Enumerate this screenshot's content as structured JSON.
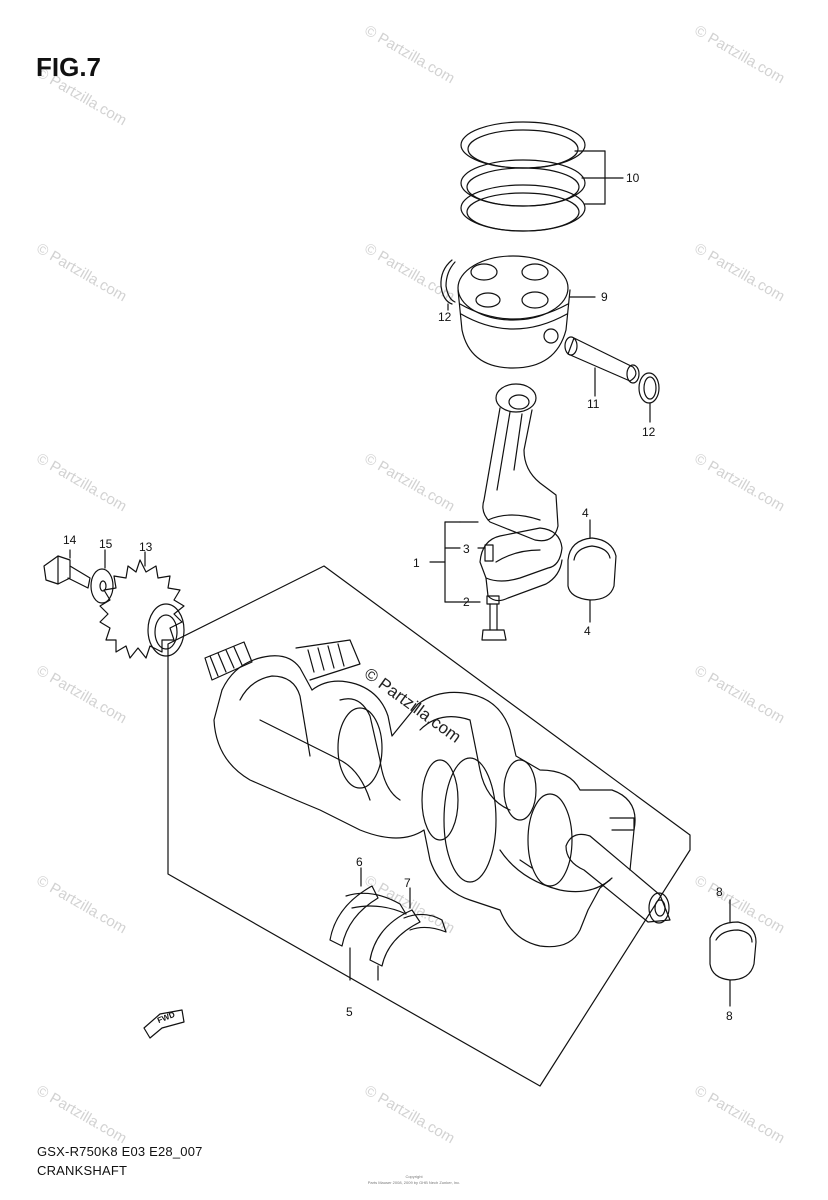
{
  "figure": {
    "title": "FIG.7"
  },
  "callouts": [
    "10",
    "9",
    "12",
    "11",
    "12",
    "4",
    "3",
    "1",
    "2",
    "4",
    "14",
    "15",
    "13",
    "6",
    "7",
    "5",
    "8",
    "8"
  ],
  "footer": {
    "model_code": "GSX-R750K8 E03 E28_007",
    "section_name": "CRANKSHAFT"
  },
  "fine_print": {
    "line1": "Copyright",
    "line2": "Parts Mauser 2008, 2009 by GHB Nech Zunker, Inc."
  },
  "watermark": {
    "text": "© Partzilla.com"
  },
  "fwd_arrow": {
    "label": "FWD"
  },
  "colors": {
    "ink": "#111111",
    "watermark": "#d2d2d2",
    "background": "#ffffff"
  }
}
